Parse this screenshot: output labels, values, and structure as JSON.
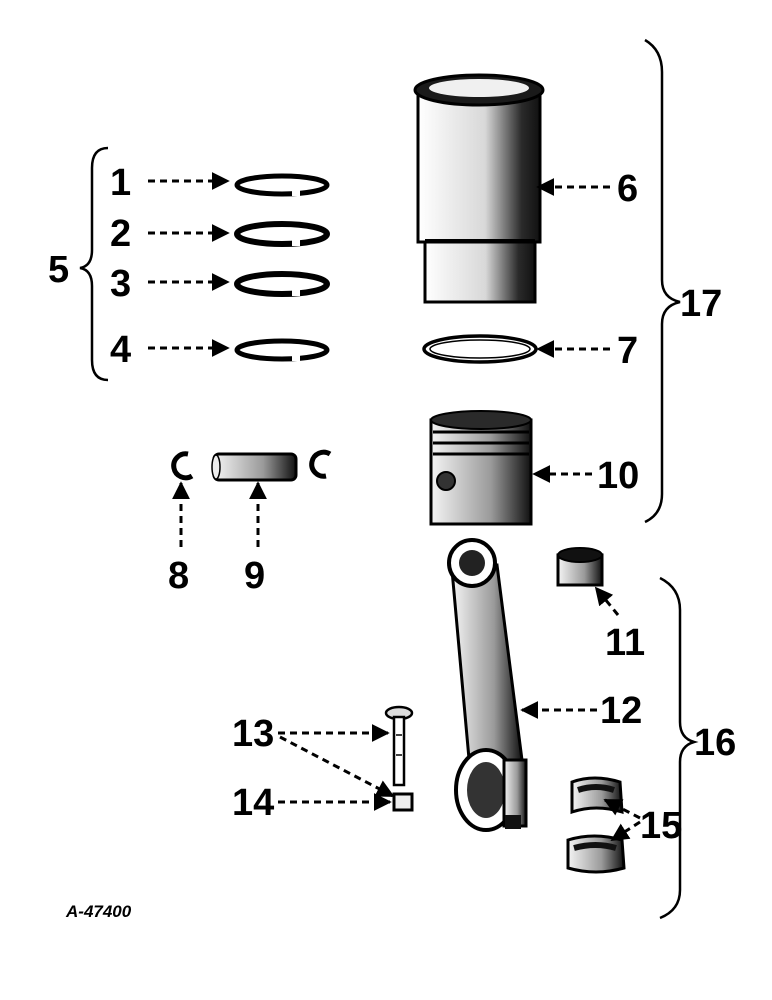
{
  "callouts": {
    "c1": "1",
    "c2": "2",
    "c3": "3",
    "c4": "4",
    "c5": "5",
    "c6": "6",
    "c7": "7",
    "c8": "8",
    "c9": "9",
    "c10": "10",
    "c11": "11",
    "c12": "12",
    "c13": "13",
    "c14": "14",
    "c15": "15",
    "c16": "16",
    "c17": "17"
  },
  "figure_ref": "A-47400",
  "parts": {
    "piston_rings": "ring",
    "sleeve": "cylinder-sleeve",
    "seal_ring": "sleeve-seal",
    "piston": "piston",
    "snap_rings": "pin-retainer",
    "piston_pin": "piston-pin",
    "bushing": "pin-bushing",
    "connecting_rod": "connecting-rod",
    "bolt": "rod-bolt",
    "nut": "rod-nut",
    "bearings": "rod-bearing"
  }
}
